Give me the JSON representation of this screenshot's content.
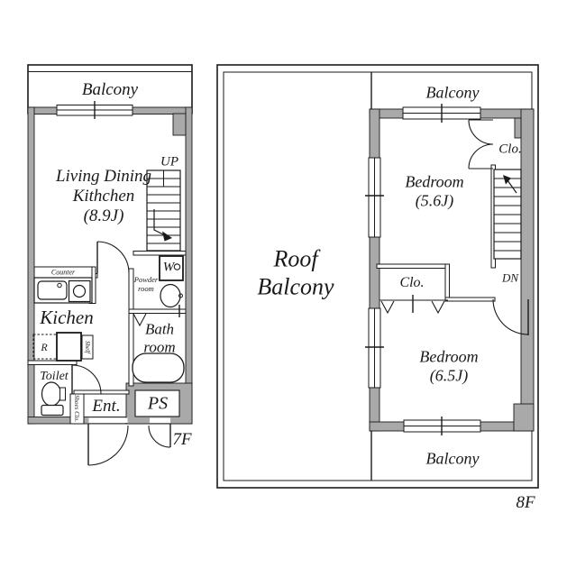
{
  "plan": {
    "f7": {
      "floor_label": "7F",
      "balcony": "Balcony",
      "ldk_line1": "Living Dining",
      "ldk_line2": "Kithchen",
      "ldk_line3": "(8.9J)",
      "up_label": "UP",
      "counter_label": "Counter",
      "kitchen_label": "Kichen",
      "fridge_label": "R",
      "shelf_label": "Shelf",
      "toilet_label": "Toilet",
      "shoes_closet_label": "Shoes Clo.",
      "entrance_label": "Ent.",
      "pipe_space_label": "PS",
      "powder_line1": "Powder",
      "powder_line2": "room",
      "washer_label": "W",
      "bath_line1": "Bath",
      "bath_line2": "room"
    },
    "f8": {
      "floor_label": "8F",
      "balcony_top": "Balcony",
      "balcony_bottom": "Balcony",
      "roof_line1": "Roof",
      "roof_line2": "Balcony",
      "bedroom1_line1": "Bedroom",
      "bedroom1_line2": "(5.6J)",
      "bedroom2_line1": "Bedroom",
      "bedroom2_line2": "(6.5J)",
      "closet_top_label": "Clo.",
      "closet_mid_label": "Clo.",
      "down_label": "DN"
    },
    "colors": {
      "wall_fill": "#a9a9a9",
      "line": "#1a1a1a"
    }
  }
}
